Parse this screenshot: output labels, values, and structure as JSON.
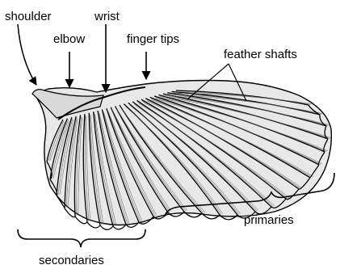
{
  "diagram": {
    "labels": {
      "shoulder": "shoulder",
      "elbow": "elbow",
      "wrist": "wrist",
      "finger_tips": "finger tips",
      "feather_shafts": "feather shafts",
      "primaries": "primaries",
      "secondaries": "secondaries"
    }
  },
  "colors": {
    "ink": "#000000",
    "wing_fill": "#d9d9d9",
    "feather_fill": "#e6e6e6",
    "background": "#ffffff"
  }
}
